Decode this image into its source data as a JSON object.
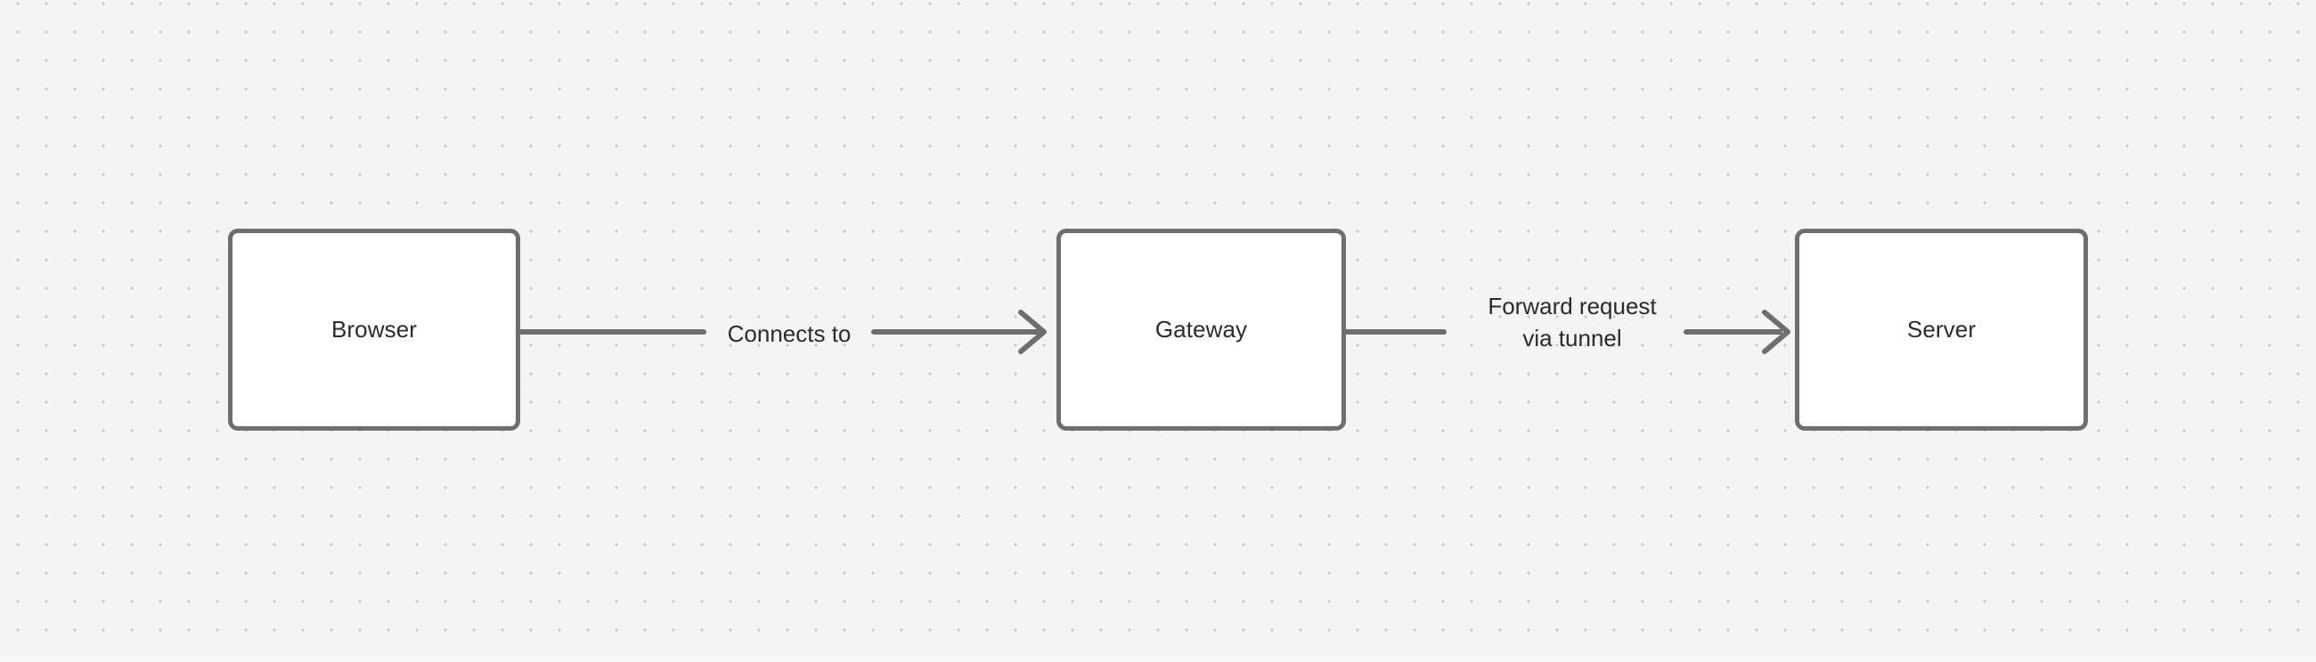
{
  "diagram": {
    "type": "flowchart",
    "orientation": "left-to-right",
    "background_color": "#f4f4f4",
    "grid": "dot-grid",
    "node_border_color": "#6e6e6e",
    "node_fill_color": "#ffffff",
    "edge_color": "#6e6e6e",
    "text_color": "#2b2b2b",
    "nodes": [
      {
        "id": "browser",
        "label": "Browser"
      },
      {
        "id": "gateway",
        "label": "Gateway"
      },
      {
        "id": "server",
        "label": "Server"
      }
    ],
    "edges": [
      {
        "id": "edge-browser-gateway",
        "from": "browser",
        "to": "gateway",
        "label": "Connects to",
        "label_lines": [
          "Connects to"
        ],
        "arrowhead": "open-chevron"
      },
      {
        "id": "edge-gateway-server",
        "from": "gateway",
        "to": "server",
        "label": "Forward request via tunnel",
        "label_lines": [
          "Forward request",
          "via tunnel"
        ],
        "arrowhead": "open-chevron"
      }
    ]
  }
}
